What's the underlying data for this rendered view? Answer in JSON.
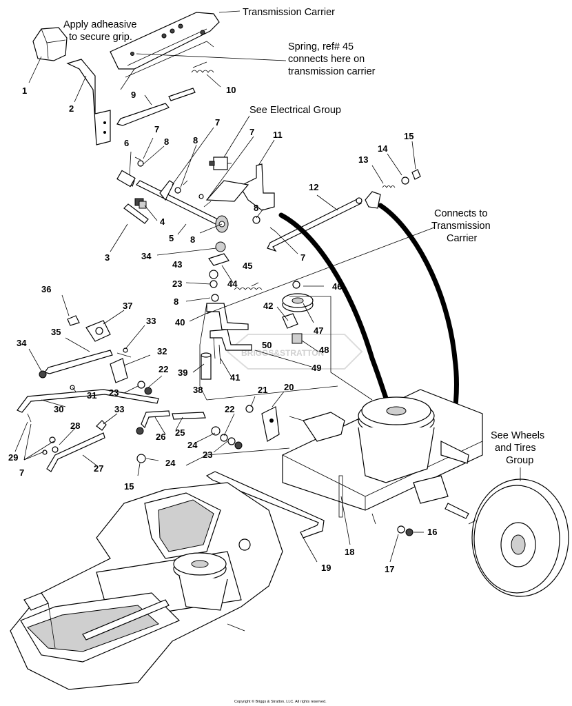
{
  "callouts": {
    "apply_adhesive": [
      "Apply adheasive",
      "to secure grip."
    ],
    "transmission_carrier": "Transmission Carrier",
    "spring_ref": [
      "Spring, ref# 45",
      "connects here on",
      "transmission carrier"
    ],
    "see_electrical": "See Electrical Group",
    "connects_to": [
      "Connects to",
      "Transmission",
      "Carrier"
    ],
    "see_wheels": [
      "See Wheels",
      "and Tires",
      "Group"
    ]
  },
  "watermark": "BRIGGS&STRATTON",
  "copyright": "Copyright © Briggs & Stratton, LLC. All rights reserved.",
  "part_numbers": [
    {
      "id": "p1",
      "label": "1"
    },
    {
      "id": "p2",
      "label": "2"
    },
    {
      "id": "p9",
      "label": "9"
    },
    {
      "id": "p10",
      "label": "10"
    },
    {
      "id": "p7a",
      "label": "7"
    },
    {
      "id": "p8a",
      "label": "8"
    },
    {
      "id": "p6",
      "label": "6"
    },
    {
      "id": "p8b",
      "label": "8"
    },
    {
      "id": "p7b",
      "label": "7"
    },
    {
      "id": "p7c",
      "label": "7"
    },
    {
      "id": "p11",
      "label": "11"
    },
    {
      "id": "p15a",
      "label": "15"
    },
    {
      "id": "p14",
      "label": "14"
    },
    {
      "id": "p13",
      "label": "13"
    },
    {
      "id": "p12",
      "label": "12"
    },
    {
      "id": "p4",
      "label": "4"
    },
    {
      "id": "p8c",
      "label": "8"
    },
    {
      "id": "p3",
      "label": "3"
    },
    {
      "id": "p5",
      "label": "5"
    },
    {
      "id": "p8d",
      "label": "8"
    },
    {
      "id": "p7d",
      "label": "7"
    },
    {
      "id": "p34a",
      "label": "34"
    },
    {
      "id": "p43",
      "label": "43"
    },
    {
      "id": "p44",
      "label": "44"
    },
    {
      "id": "p45",
      "label": "45"
    },
    {
      "id": "p46",
      "label": "46"
    },
    {
      "id": "p23a",
      "label": "23"
    },
    {
      "id": "p8e",
      "label": "8"
    },
    {
      "id": "p42",
      "label": "42"
    },
    {
      "id": "p36",
      "label": "36"
    },
    {
      "id": "p37",
      "label": "37"
    },
    {
      "id": "p33a",
      "label": "33"
    },
    {
      "id": "p40",
      "label": "40"
    },
    {
      "id": "p47",
      "label": "47"
    },
    {
      "id": "p35",
      "label": "35"
    },
    {
      "id": "p50",
      "label": "50"
    },
    {
      "id": "p48",
      "label": "48"
    },
    {
      "id": "p34b",
      "label": "34"
    },
    {
      "id": "p32",
      "label": "32"
    },
    {
      "id": "p49",
      "label": "49"
    },
    {
      "id": "p22a",
      "label": "22"
    },
    {
      "id": "p39",
      "label": "39"
    },
    {
      "id": "p41",
      "label": "41"
    },
    {
      "id": "p23b",
      "label": "23"
    },
    {
      "id": "p31",
      "label": "31"
    },
    {
      "id": "p38",
      "label": "38"
    },
    {
      "id": "p21",
      "label": "21"
    },
    {
      "id": "p20",
      "label": "20"
    },
    {
      "id": "p30",
      "label": "30"
    },
    {
      "id": "p33b",
      "label": "33"
    },
    {
      "id": "p22b",
      "label": "22"
    },
    {
      "id": "p28",
      "label": "28"
    },
    {
      "id": "p25",
      "label": "25"
    },
    {
      "id": "p26",
      "label": "26"
    },
    {
      "id": "p24a",
      "label": "24"
    },
    {
      "id": "p23c",
      "label": "23"
    },
    {
      "id": "p29",
      "label": "29"
    },
    {
      "id": "p7e",
      "label": "7"
    },
    {
      "id": "p27",
      "label": "27"
    },
    {
      "id": "p24b",
      "label": "24"
    },
    {
      "id": "p15b",
      "label": "15"
    },
    {
      "id": "p16",
      "label": "16"
    },
    {
      "id": "p18",
      "label": "18"
    },
    {
      "id": "p17",
      "label": "17"
    },
    {
      "id": "p19",
      "label": "19"
    }
  ]
}
